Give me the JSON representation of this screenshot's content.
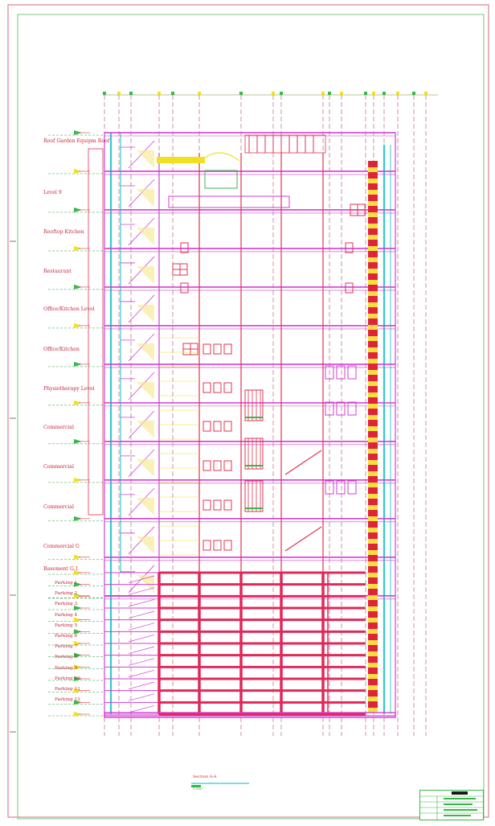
{
  "drawing": {
    "floor_labels": [
      "Roof Garden Equipm Roof",
      "Level 9",
      "Rooftop Kitchen",
      "Restaurant",
      "Office/Kitchen Level",
      "Office/Kitchen",
      "Physiotherapy Level",
      "Commercial",
      "Commercial",
      "Commercial",
      "Commercial G",
      "Basement G.1"
    ],
    "parking_labels": [
      "Parking 1",
      "Parking 2",
      "Parking 3",
      "Parking 4",
      "Parking 5",
      "Parking 6",
      "Parking 7",
      "Parking 8",
      "Parking 9",
      "Parking 10",
      "Parking 11",
      "Parking 12"
    ],
    "caption": "Section A-A",
    "caption_scale": "1:100"
  },
  "colors": {
    "frame": "#d4697a",
    "border": "#7bc47b",
    "slab": "#d23fd2",
    "wall": "#e0334f",
    "cyan": "#32c8d2",
    "yellow": "#f0e020",
    "green": "#38b848",
    "parking_slab": "#e0285a"
  }
}
